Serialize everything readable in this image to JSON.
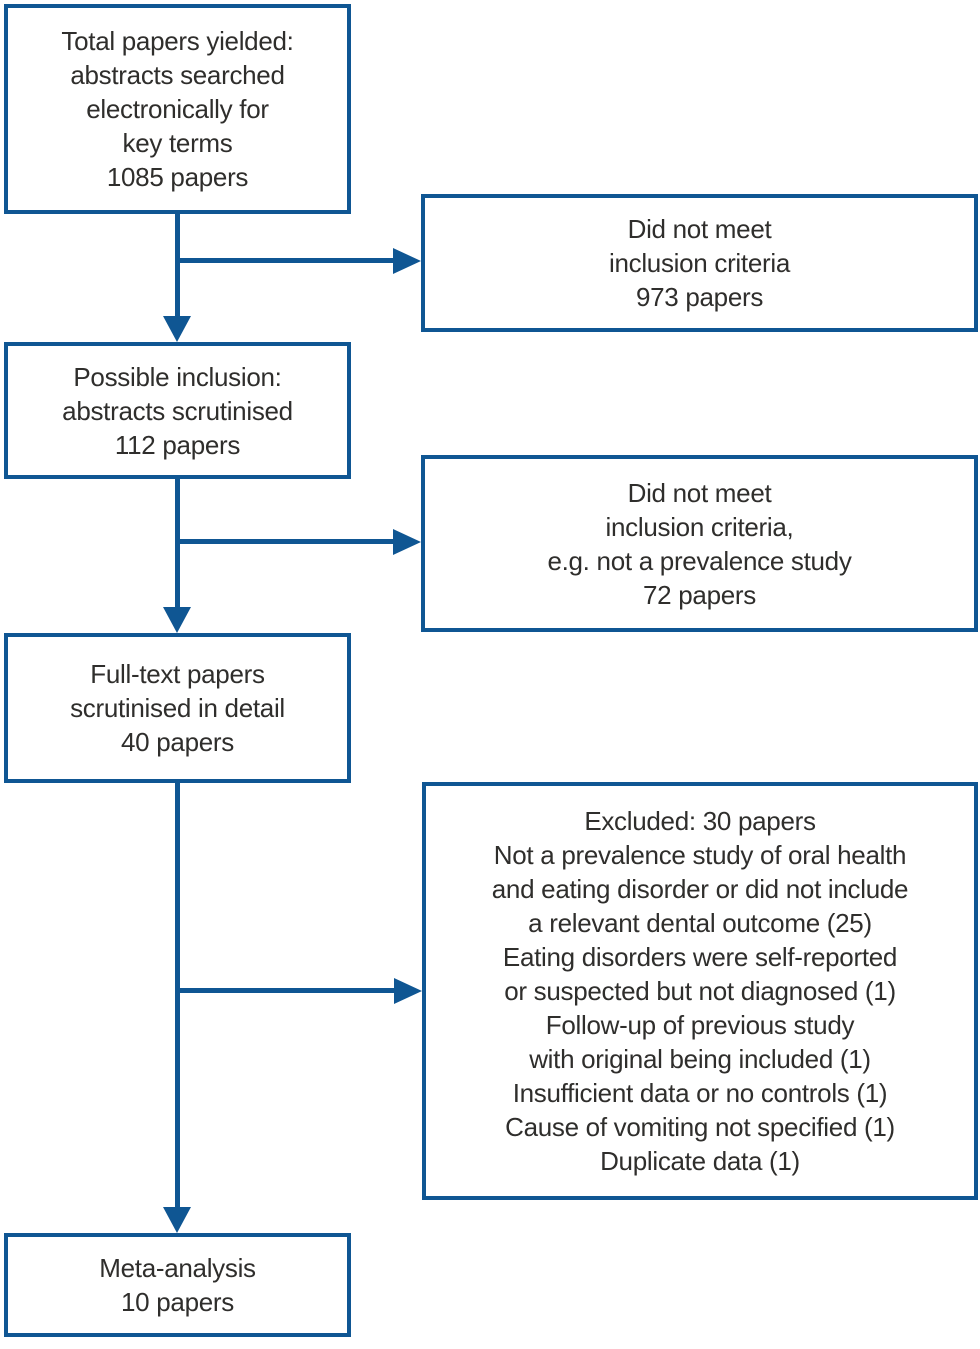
{
  "colors": {
    "accent_blue": "#0f5693",
    "text": "#2f2e2c",
    "background": "#ffffff"
  },
  "diagram": {
    "type": "flowchart",
    "boxes": [
      {
        "id": "total-papers",
        "lines": [
          "Total papers yielded:",
          "abstracts searched",
          "electronically for",
          "key terms",
          "1085 papers"
        ]
      },
      {
        "id": "did-not-meet-criteria-1",
        "lines": [
          "Did not meet",
          "inclusion criteria",
          "973 papers"
        ]
      },
      {
        "id": "possible-inclusion",
        "lines": [
          "Possible inclusion:",
          "abstracts scrutinised",
          "112 papers"
        ]
      },
      {
        "id": "did-not-meet-criteria-2",
        "lines": [
          "Did not meet",
          "inclusion criteria,",
          "e.g. not a prevalence study",
          "72 papers"
        ]
      },
      {
        "id": "full-text-papers",
        "lines": [
          "Full-text papers",
          "scrutinised in detail",
          "40 papers"
        ]
      },
      {
        "id": "excluded-30-papers",
        "lines": [
          "Excluded: 30 papers",
          "Not a prevalence study of oral health",
          "and eating disorder or did not include",
          "a relevant dental outcome (25)",
          "Eating disorders were self-reported",
          "or suspected but not diagnosed (1)",
          "Follow-up of previous study",
          "with original being included (1)",
          "Insufficient data or no controls (1)",
          "Cause of vomiting not specified (1)",
          "Duplicate data (1)"
        ]
      },
      {
        "id": "meta-analysis",
        "lines": [
          "Meta-analysis",
          "10 papers"
        ]
      }
    ],
    "connections": [
      {
        "from": "total-papers",
        "to": "did-not-meet-criteria-1"
      },
      {
        "from": "total-papers",
        "to": "possible-inclusion"
      },
      {
        "from": "possible-inclusion",
        "to": "did-not-meet-criteria-2"
      },
      {
        "from": "possible-inclusion",
        "to": "full-text-papers"
      },
      {
        "from": "full-text-papers",
        "to": "excluded-30-papers"
      },
      {
        "from": "full-text-papers",
        "to": "meta-analysis"
      }
    ]
  }
}
